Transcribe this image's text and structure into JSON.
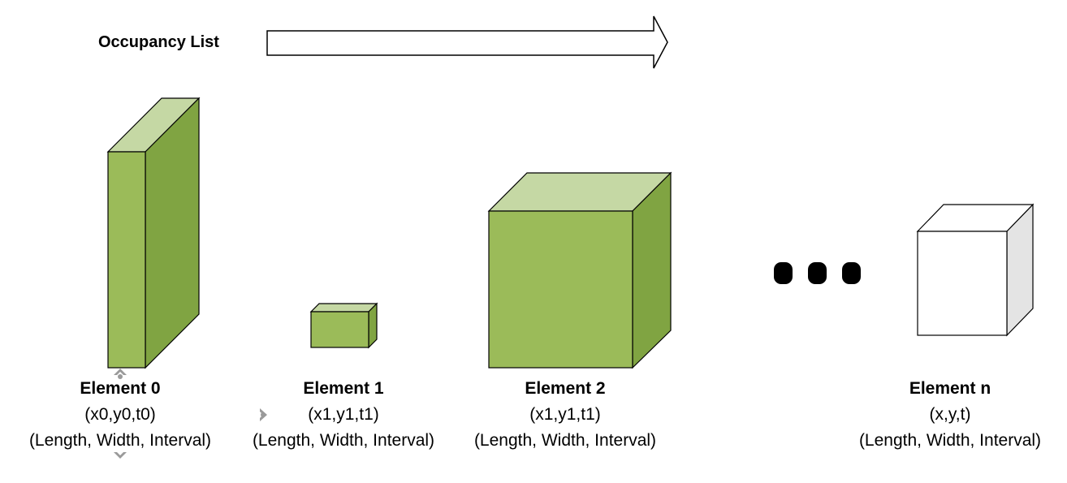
{
  "title": "Occupancy List",
  "colors": {
    "cube_front": "#9bbb59",
    "cube_top": "#c5d8a4",
    "cube_side": "#80a442",
    "cube_empty_front": "#ffffff",
    "cube_empty_top": "#ffffff",
    "cube_empty_side": "#e4e4e4",
    "outline": "#000000"
  },
  "elements": [
    {
      "name": "Element 0",
      "coords": "(x0,y0,t0)",
      "dims": "(Length, Width, Interval)"
    },
    {
      "name": "Element 1",
      "coords": "(x1,y1,t1)",
      "dims": "(Length, Width, Interval)"
    },
    {
      "name": "Element 2",
      "coords": "(x1,y1,t1)",
      "dims": "(Length, Width, Interval)"
    },
    {
      "name": "Element n",
      "coords": "(x,y,t)",
      "dims": "(Length, Width, Interval)"
    }
  ],
  "ellipsis_icon": "three-dots-icon",
  "arrow_icon": "right-block-arrow-icon"
}
